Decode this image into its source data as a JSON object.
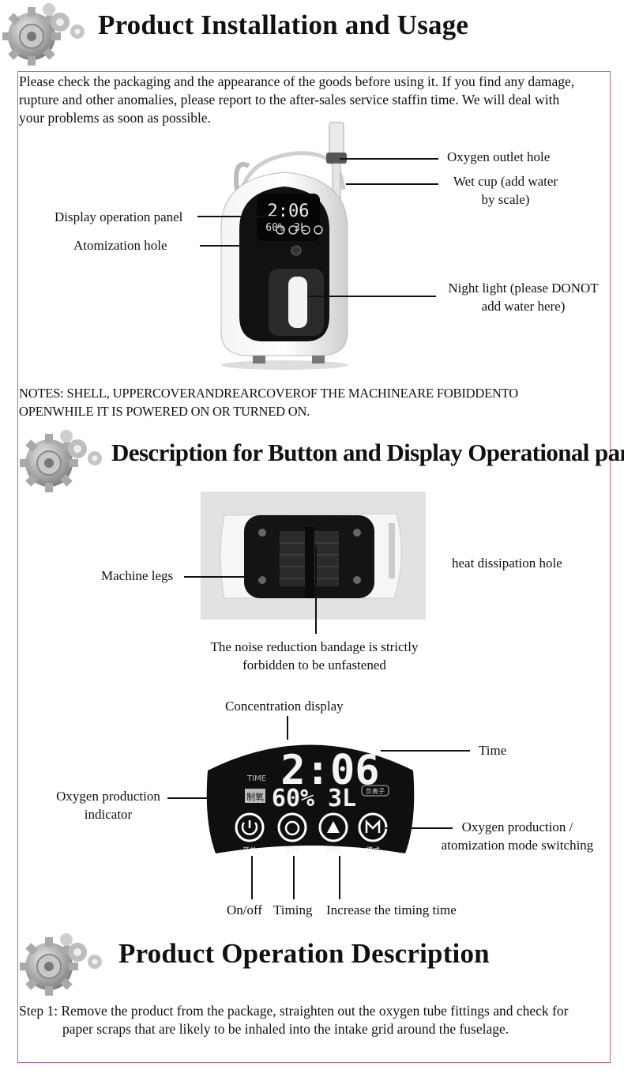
{
  "section1": {
    "title": "Product Installation and Usage",
    "intro_line1": "Please check the packaging and the appearance of the goods before using it. If you find any damage,",
    "intro_line2": "rupture and other anomalies, please report to the after-sales service staffin time. We will deal with",
    "intro_line3": "your problems as soon as possible.",
    "labels": {
      "oxygen_outlet": "Oxygen outlet hole",
      "wet_cup_line1": "Wet cup (add water",
      "wet_cup_line2": "by scale)",
      "display_panel": "Display operation panel",
      "atomization": "Atomization hole",
      "night_light_line1": "Night light (please DONOT",
      "night_light_line2": "add water here)"
    },
    "device_display": {
      "time": "2:06",
      "conc": "60%",
      "flow": "3L"
    },
    "notes_line1": "NOTES: SHELL, UPPERCOVERANDREARCOVEROF THE MACHINEARE FOBIDDENTO",
    "notes_line2": "OPENWHILE IT IS POWERED ON OR TURNED ON."
  },
  "section2": {
    "title": "Description for Button and Display Operational panel",
    "labels": {
      "machine_legs": "Machine legs",
      "heat_hole": "heat dissipation hole",
      "noise_line1": "The noise reduction bandage is strictly",
      "noise_line2": "forbidden to be unfastened",
      "concentration": "Concentration display",
      "time": "Time",
      "oxygen_ind_line1": "Oxygen production",
      "oxygen_ind_line2": "indicator",
      "mode_line1": "Oxygen production /",
      "mode_line2": "atomization mode switching",
      "onoff": "On/off",
      "timing": "Timing",
      "increase": "Increase the timing time"
    },
    "panel": {
      "time_tag": "TIME",
      "time": "2:06",
      "oxygen_tag": "制氧",
      "conc": "60%",
      "flow": "3L",
      "ion_tag": "负离子",
      "btn_power": "开关",
      "btn_timer": "定时",
      "btn_add": "加时",
      "btn_mode": "模式"
    }
  },
  "section3": {
    "title": "Product Operation Description",
    "step1_line1": "Step 1: Remove the product from the package, straighten out the oxygen tube fittings and check for",
    "step1_line2": "paper scraps that are likely to be inhaled into the intake grid around the fuselage."
  },
  "colors": {
    "frame": "#d0609a",
    "panel": "#111111",
    "gear": "#9a9a9a"
  }
}
